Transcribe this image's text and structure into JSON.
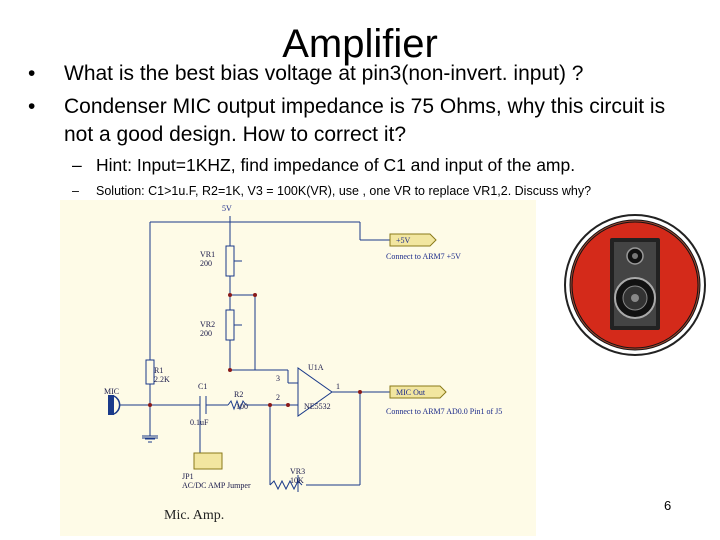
{
  "title": "Amplifier",
  "bullets": [
    "What is the best bias voltage at pin3(non-invert. input) ?",
    "Condenser MIC output impedance is 75 Ohms, why this circuit is not a good design. How to correct it?"
  ],
  "sub_bullets": [
    "Hint: Input=1KHZ, find impedance of C1 and input of the amp.",
    "Solution:  C1>1u.F, R2=1K, V3 = 100K(VR), use , one VR to replace VR1,2. Discuss why?"
  ],
  "bullet_symbol": "•",
  "dash_symbol": "–",
  "schematic": {
    "labels": {
      "v5": "5V",
      "plus5v": "+5V",
      "connect_arm_5v": "Connect to ARM7 +5V",
      "vr1": "VR1",
      "vr1_val": "200",
      "vr2": "VR2",
      "vr2_val": "200",
      "r1": "R1",
      "r1_val": "2.2K",
      "mic": "MIC",
      "c1": "C1",
      "c1_val": "0.1uF",
      "r2": "R2",
      "r2_val": "100",
      "u1a": "U1A",
      "pin3": "3",
      "pin2": "2",
      "pin1": "1",
      "ne5532": "NE5532",
      "mic_out": "MIC Out",
      "connect_arm_ad": "Connect to ARM7 AD0.0 Pin1 of J5",
      "jp1": "JP1",
      "jp1_desc": "AC/DC AMP Jumper",
      "vr3": "VR3",
      "vr3_val": "10K"
    },
    "caption": "Mic. Amp."
  },
  "page_number": "6",
  "colors": {
    "schematic_bg": "#fefbe7",
    "wire": "#1a3a8a",
    "speaker_red": "#d42a1a",
    "junction": "#8a1a1a"
  }
}
